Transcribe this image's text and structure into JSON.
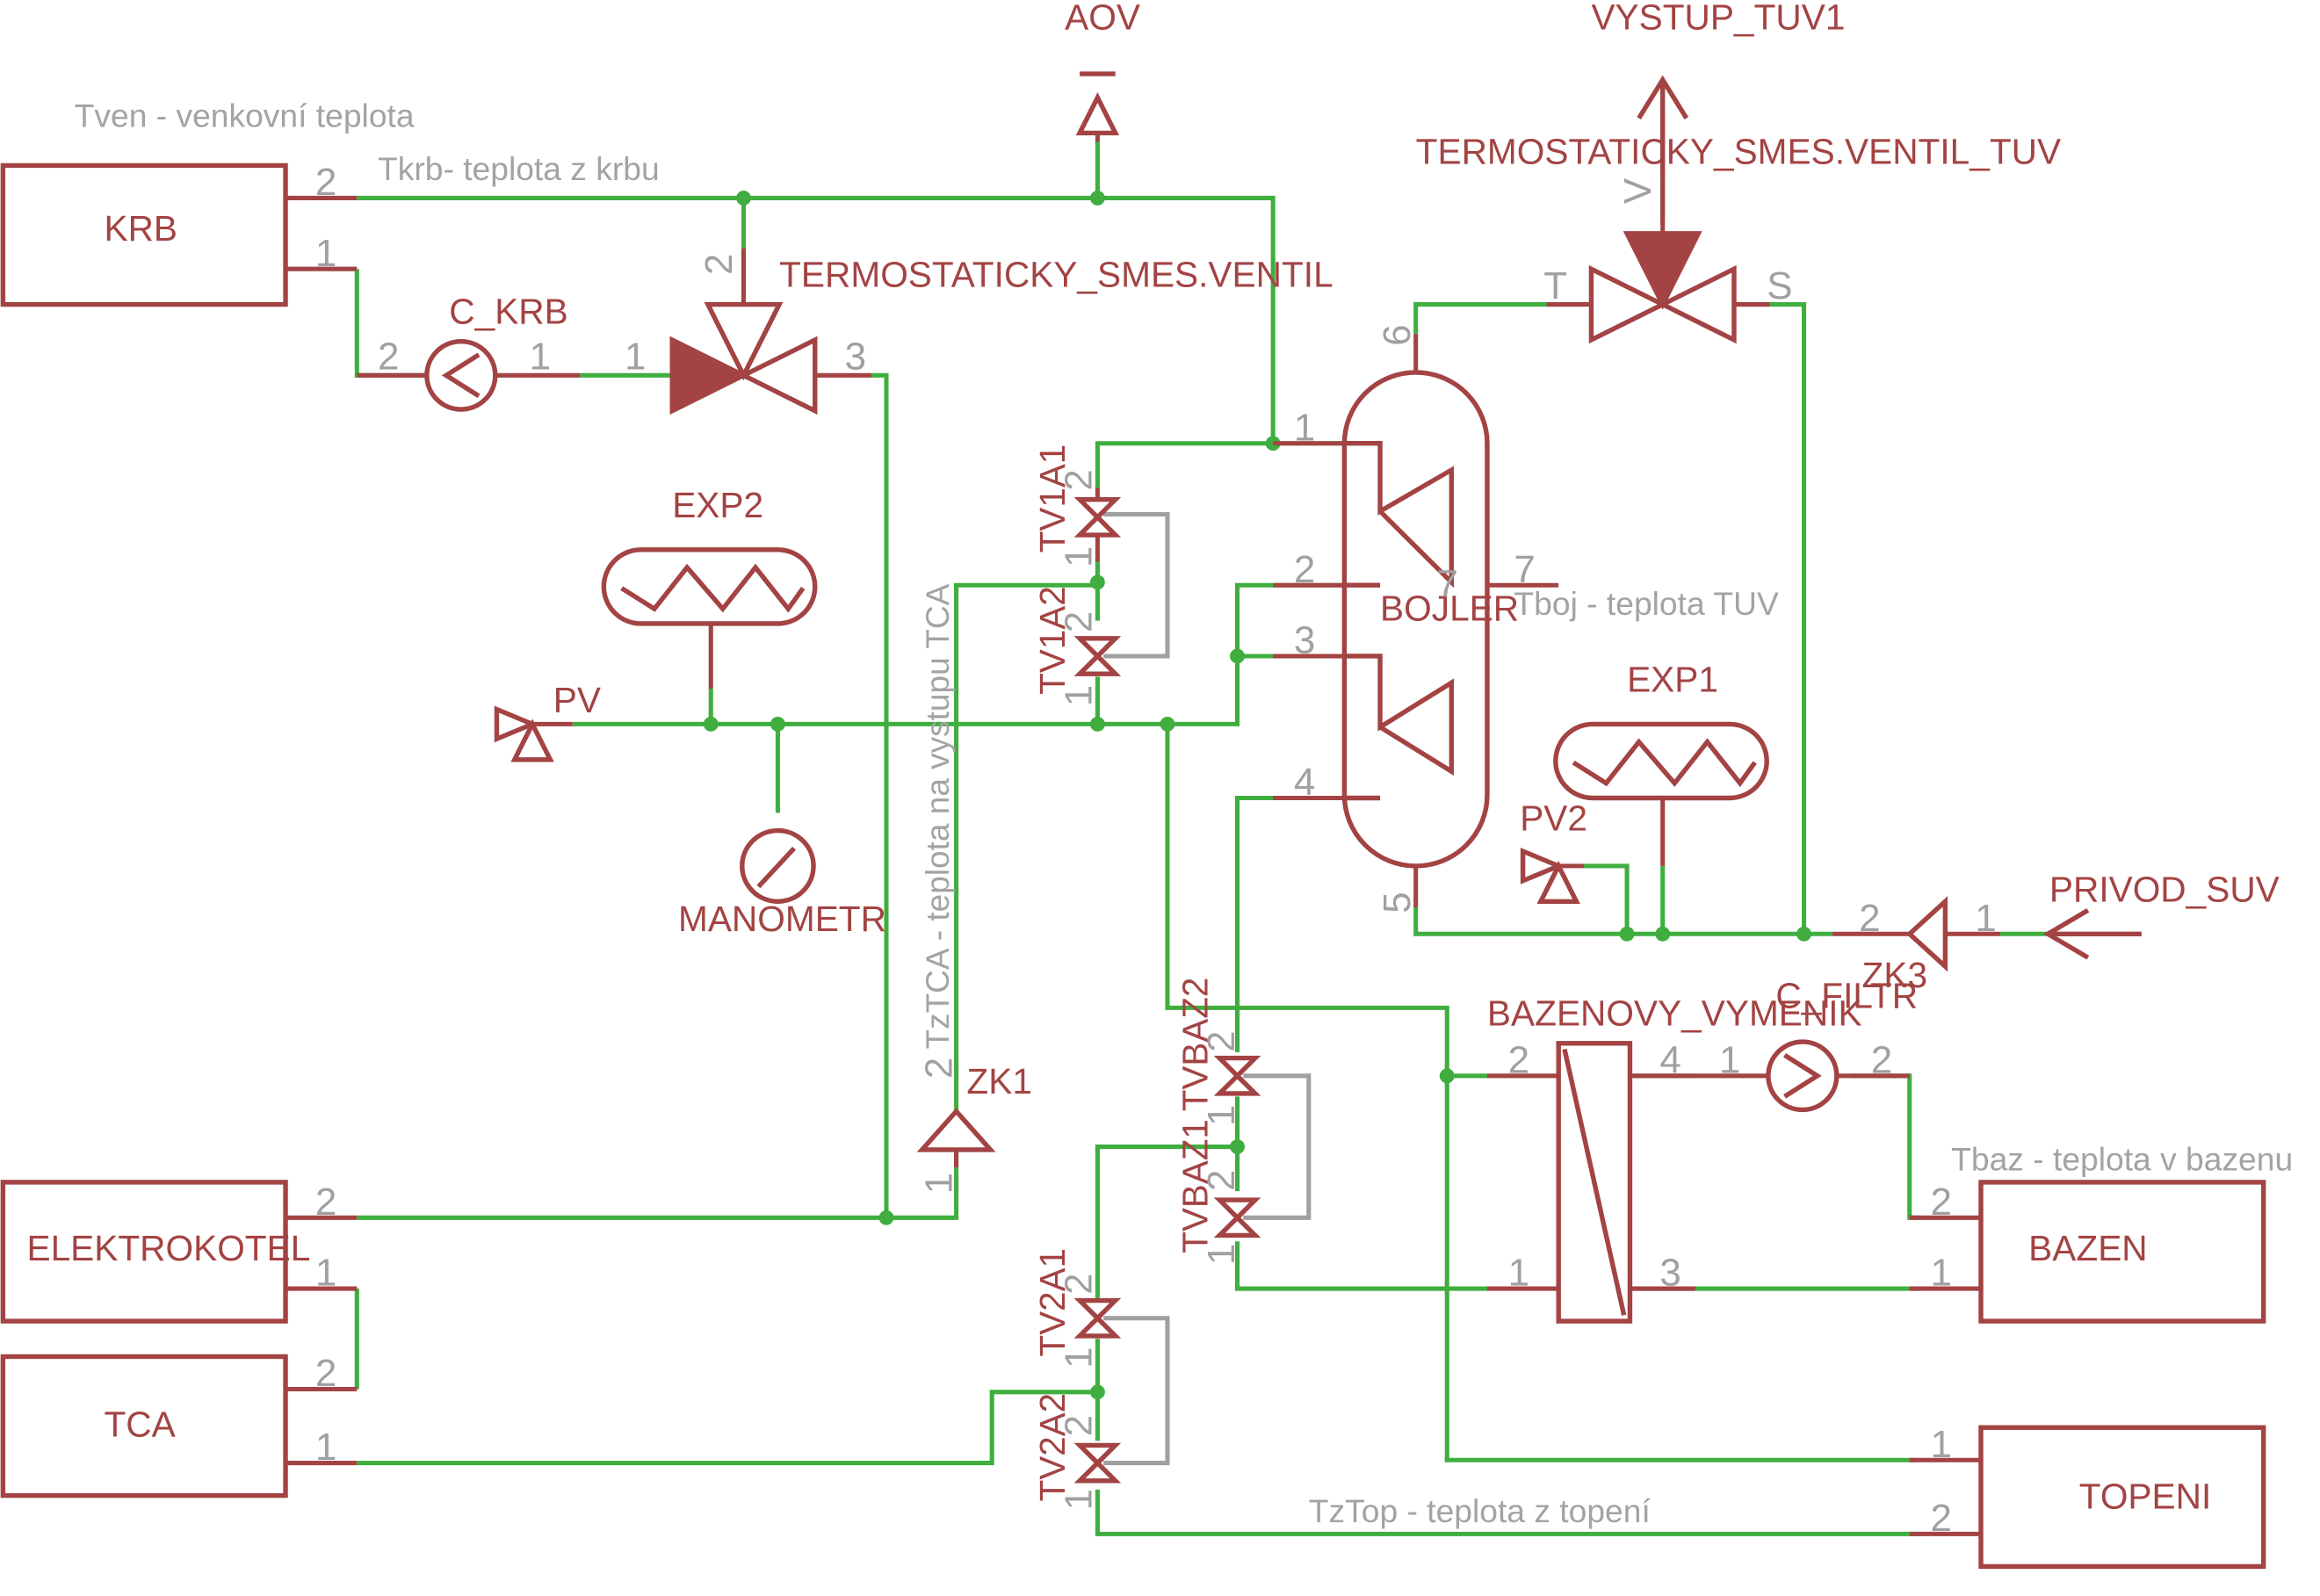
{
  "notes": {
    "tven": "Tven - venkovní teplota",
    "tkrb": "Tkrb- teplota z krbu",
    "tboj": "Tboj - teplota TUV",
    "tztca": "TzTCA - teplota na vystupu TCA",
    "tbaz": "Tbaz - teplota v bazenu",
    "tztop": "TzTop - teplota z topení"
  },
  "parts": {
    "krb": "KRB",
    "elektrokotel": "ELEKTROKOTEL",
    "tca": "TCA",
    "bazen": "BAZEN",
    "topeni": "TOPENI",
    "c_krb": "C_KRB",
    "c_filtr": "C_FILTR",
    "smes_ventil": "TERMOSTATICKY_SMES.VENTIL",
    "smes_ventil_tuv": "TERMOSTATICKY_SMES.VENTIL_TUV",
    "aov": "AOV",
    "vystup_tuv1": "VYSTUP_TUV1",
    "privod_suv": "PRIVOD_SUV",
    "exp1": "EXP1",
    "exp2": "EXP2",
    "pv": "PV",
    "pv2": "PV2",
    "manometr": "MANOMETR",
    "bojler": "BOJLER",
    "bazenovy_vymenik": "BAZENOVY_VYMENIK",
    "zk1": "ZK1",
    "zk3": "ZK3",
    "tv1a1": "TV1A1",
    "tv1a2": "TV1A2",
    "tv2a1": "TV2A1",
    "tv2a2": "TV2A2",
    "tvbaz1": "TVBAZ1",
    "tvbaz2": "TVBAZ2"
  },
  "pins": {
    "p1": "1",
    "p2": "2",
    "p3": "3",
    "p4": "4",
    "p5": "5",
    "p6": "6",
    "p7": "7",
    "t": "T",
    "s": "S",
    "v": "V"
  },
  "colors": {
    "component": "#a34343",
    "net": "#3fae3f",
    "pin_text": "#a0a0a0",
    "note_text": "#a3a3a3",
    "background": "#ffffff"
  }
}
